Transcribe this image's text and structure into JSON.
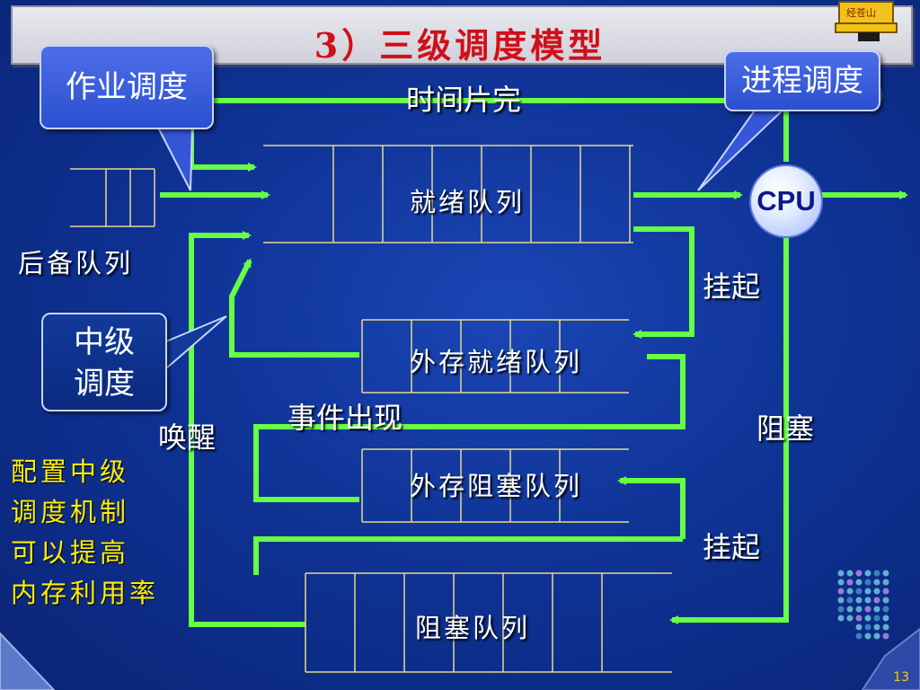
{
  "slide": {
    "title": "3）三级调度模型",
    "page_number": "13",
    "logo_text": "经苍山"
  },
  "callouts": {
    "job_scheduling": "作业调度",
    "process_scheduling": "进程调度",
    "mid_scheduling_line1": "中级",
    "mid_scheduling_line2": "调度"
  },
  "labels": {
    "time_slice_done": "时间片完",
    "ready_queue": "就绪队列",
    "backup_queue": "后备队列",
    "external_ready_queue": "外存就绪队列",
    "external_blocked_queue": "外存阻塞队列",
    "blocked_queue": "阻塞队列",
    "suspend_1": "挂起",
    "suspend_2": "挂起",
    "event_occurs": "事件出现",
    "wake_up": "唤醒",
    "block": "阻塞",
    "cpu": "CPU"
  },
  "note": {
    "line1": "配置中级",
    "line2": "调度机制",
    "line3": "可以提高",
    "line4": "内存利用率"
  },
  "colors": {
    "background": "#0f3396",
    "flow_line": "#66ff44",
    "queue_line": "#e6d98a",
    "title": "#d0101a",
    "note": "#ffee00"
  }
}
